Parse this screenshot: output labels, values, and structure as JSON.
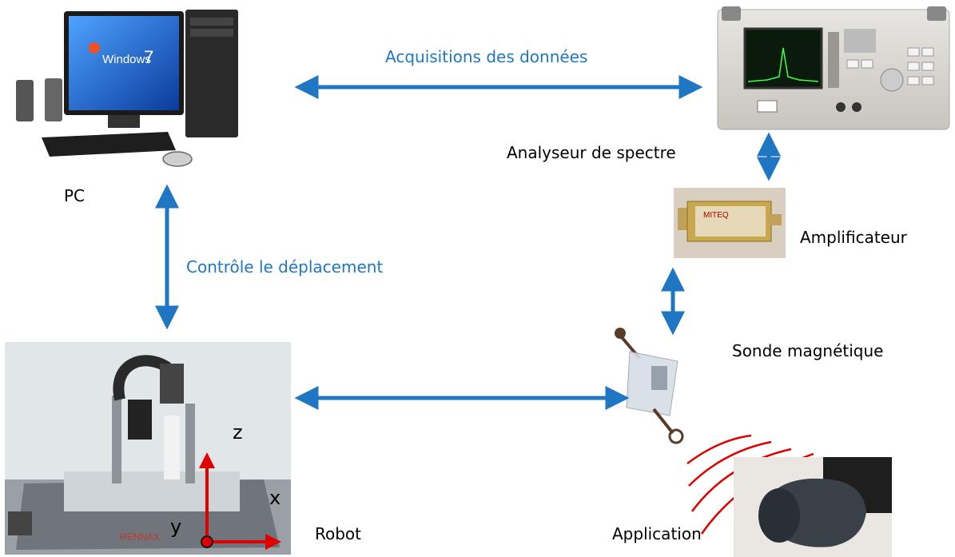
{
  "labels": {
    "pc": "PC",
    "acquisition": "Acquisitions des données",
    "spectrum_analyzer": "Analyseur de spectre",
    "amplifier": "Amplificateur",
    "control": "Contrôle le déplacement",
    "probe": "Sonde magnétique",
    "robot": "Robot",
    "application": "Application"
  },
  "axes": {
    "z": "z",
    "x": "x",
    "y": "y"
  },
  "device_text": {
    "monitor_brand": "Windows",
    "monitor_version": "7",
    "amp_brand": "MITEQ",
    "robot_brand": "RENNAX"
  },
  "colors": {
    "arrow": "#1f77c4",
    "label_blue": "#1f77c4",
    "axis": "#e00000",
    "field_lines": "#e00000"
  }
}
